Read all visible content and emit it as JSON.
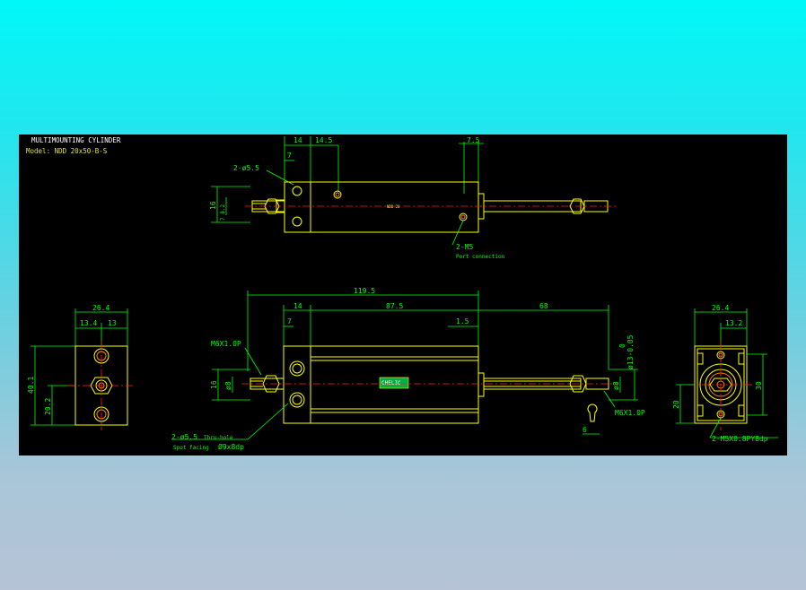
{
  "title": "MULTIMOUNTING CYLINDER",
  "model": "Model: NDD 20x50-B-S",
  "top_view": {
    "dims": {
      "d14": "14",
      "d14_5": "14.5",
      "d7_5": "7.5",
      "d7": "7",
      "d16": "16",
      "d8_2": "8.2"
    },
    "hole_label": "2-ø5.5",
    "port_label": "2-M5",
    "port_note": "Port connection",
    "body_tag": "NDD 20"
  },
  "front_view": {
    "overall": "119.5",
    "d14": "14",
    "d87_5": "87.5",
    "d68": "68",
    "d7": "7",
    "d1_5": "1.5",
    "d16": "16",
    "rod_tol_0": "0",
    "rod_tol": "ø13-0.05",
    "thread_left": "M6X1.0P",
    "thread_right": "M6X1.0P",
    "d8_left": "ø8",
    "d8_right": "ø8",
    "d6": "6",
    "hole_label": "2-ø5.5",
    "hole_label_suffix": "Thru-hole",
    "spot_facing": "Spot facing",
    "spot_value": "Ø9x8dp",
    "body_tag": "CHELIC"
  },
  "left_view": {
    "width": "26.4",
    "w13_4": "13.4",
    "w13": "13",
    "h40_1": "40.1",
    "h20_2": "20.2"
  },
  "right_view": {
    "width": "26.4",
    "w13_2": "13.2",
    "h20": "20",
    "h30": "30",
    "tap_label": "2-M5X0.8PY8dp"
  }
}
